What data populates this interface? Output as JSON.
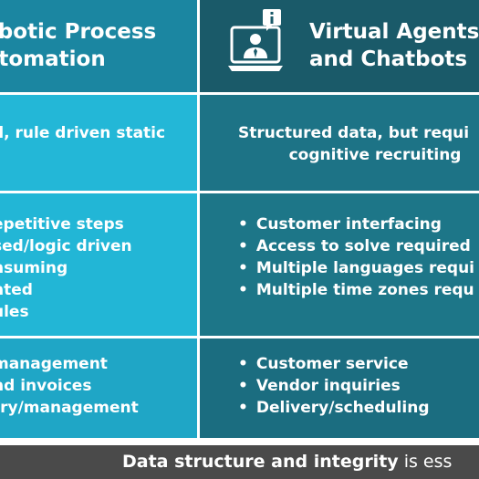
{
  "columns": {
    "rpa": {
      "title_lines": [
        "obotic Process",
        "utomation"
      ],
      "rows": [
        {
          "lines": [
            "d, rule driven static"
          ]
        },
        {
          "lines": [
            "epetitive steps",
            "sed/logic driven",
            "nsuming",
            "nted",
            "ules"
          ]
        },
        {
          "lines": [
            "management",
            "nd invoices",
            "try/management"
          ]
        }
      ]
    },
    "va": {
      "title_lines": [
        "Virtual Agents",
        "and Chatbots"
      ],
      "icon": "chatbot-monitor-icon",
      "rows": [
        {
          "lines": [
            "Structured data, but requi",
            "cognitive recruiting"
          ]
        },
        {
          "bullets": [
            "Customer interfacing",
            "Access to solve required",
            "Multiple languages requi",
            "Multiple time zones requ"
          ]
        },
        {
          "bullets": [
            "Customer service",
            "Vendor inquiries",
            "Delivery/scheduling"
          ]
        }
      ]
    }
  },
  "footer": {
    "bold": "Data structure and integrity",
    "rest": " is ess"
  },
  "colors": {
    "rpa_header": "#1b86a1",
    "rpa_cell": "#23b7d7",
    "va_header": "#1a5a69",
    "va_cell": "#1d7386",
    "footer": "#4a4a4a"
  }
}
